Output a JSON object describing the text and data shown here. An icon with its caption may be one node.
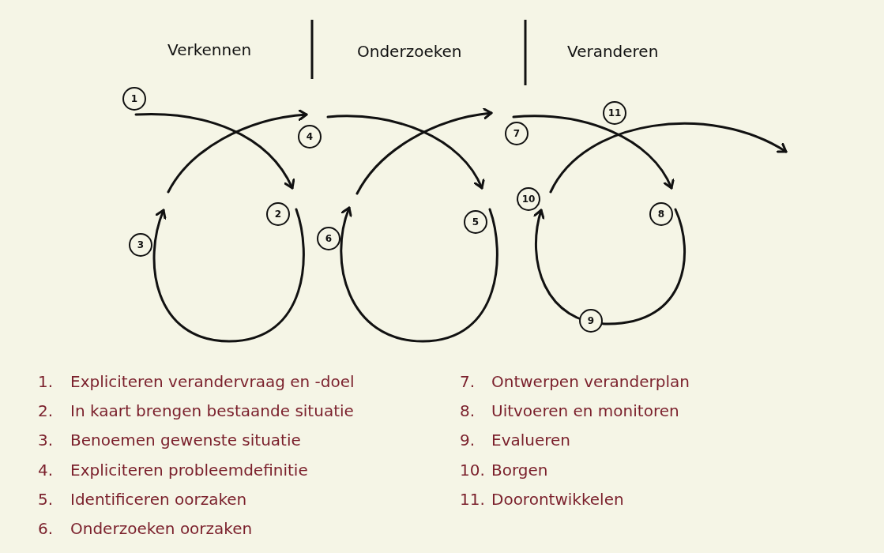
{
  "diagram": {
    "labels": [
      "Verkennen",
      "Onderzoeken",
      "Veranderen",
      "1",
      "2",
      "3",
      "4",
      "5",
      "6",
      "7",
      "8",
      "9",
      "10",
      "11",
      "1.",
      "Expliciteren verandervraag en -doel",
      "2.",
      "In kaart brengen bestaande situatie",
      "3.",
      "Benoemen gewenste situatie",
      "4.",
      "Expliciteren probleemdefinitie",
      "5.",
      "Identificeren oorzaken",
      "6.",
      "Onderzoeken oorzaken",
      "7.",
      "Ontwerpen veranderplan",
      "8.",
      "Uitvoeren en monitoren",
      "9.",
      "Evalueren",
      "10.",
      "Borgen",
      "11.",
      "Doorontwikkelen"
    ]
  }
}
